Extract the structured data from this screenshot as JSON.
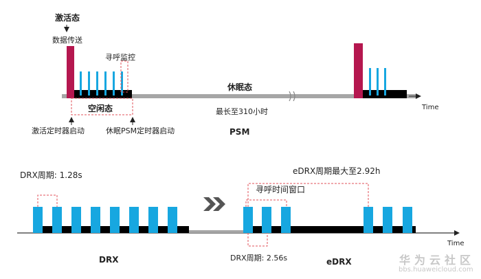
{
  "psm_diagram": {
    "active_state": "激活态",
    "data_transfer": "数据传送",
    "paging_monitor": "寻呼监控",
    "sleep_state": "休眠态",
    "idle_state": "空闲态",
    "max_duration": "最长至310小时",
    "activation_timer_start": "激活定时器启动",
    "sleep_psm_timer_start": "休眠PSM定时器启动",
    "mode_label": "PSM",
    "time_label": "Time"
  },
  "drx_diagram": {
    "drx_cycle": "DRX周期: 1.28s",
    "edrx_cycle_max": "eDRX周期最大至2.92h",
    "paging_time_window": "寻呼时间窗口",
    "drx_cycle_in_edrx": "DRX周期: 2.56s",
    "drx_label": "DRX",
    "edrx_label": "eDRX",
    "time_label": "Time"
  },
  "watermark": {
    "name": "华为云社区",
    "url": "bbs.huaweicloud.com"
  },
  "colors": {
    "active_bar": "#b5174f",
    "paging_pulse": "#17a7e0",
    "timeline_gray": "#a6a6a6",
    "timeline_black": "#000000",
    "dashed_red": "#e0505a",
    "arrow_gray": "#555555"
  }
}
